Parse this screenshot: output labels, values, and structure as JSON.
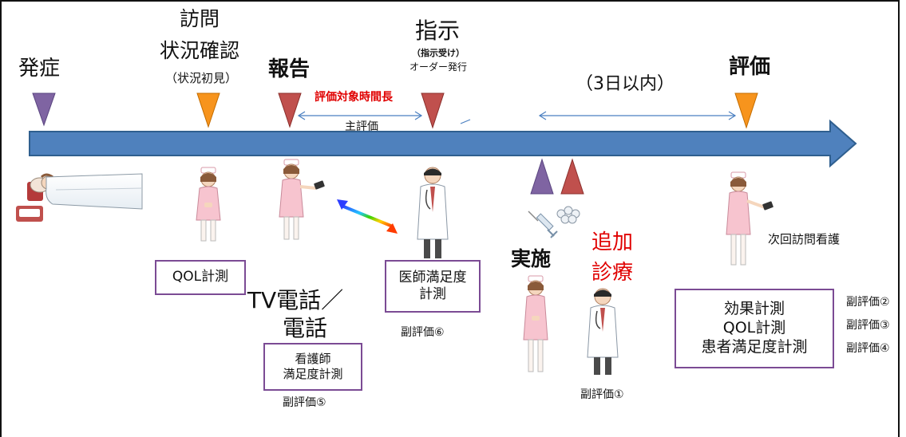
{
  "colors": {
    "timeline": "#4f81bd",
    "timeline_edge": "#2f5f8f",
    "marker_purple": "#7f64a2",
    "marker_orange": "#f7941d",
    "marker_red": "#c0504d",
    "box_border": "#7b4b94",
    "red_text": "#e00000"
  },
  "events": {
    "onset": "発症",
    "visit_line1": "訪問",
    "visit_line2": "状況確認",
    "visit_sub": "（状況初見）",
    "report": "報告",
    "instruction": "指示",
    "instruction_sub1": "（指示受け）",
    "instruction_sub2": "オーダー発行",
    "evaluation": "評価",
    "within_days": "（3日以内）",
    "eval_target_time": "評価対象時間長",
    "main_eval": "主評価",
    "implementation": "実施",
    "additional_line1": "追加",
    "additional_line2": "診療",
    "next_visit": "次回訪問看護",
    "tv_phone_line1": "TV電話／",
    "tv_phone_line2": "電話"
  },
  "boxes": {
    "qol": "QOL計測",
    "doctor_line1": "医師満足度",
    "doctor_line2": "計測",
    "nurse_line1": "看護師",
    "nurse_line2": "満足度計測",
    "effect_line1": "効果計測",
    "effect_line2": "QOL計測",
    "effect_line3": "患者満足度計測"
  },
  "sub_evals": {
    "s1": "副評価①",
    "s2": "副評価②",
    "s3": "副評価③",
    "s4": "副評価④",
    "s5": "副評価⑤",
    "s6": "副評価⑥"
  },
  "icons": [
    "patient-in-bed-icon",
    "nurse-icon",
    "doctor-icon",
    "syringe-icon",
    "pills-icon",
    "communication-arrow-icon"
  ]
}
